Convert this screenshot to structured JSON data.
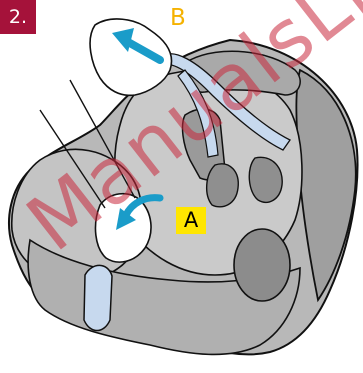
{
  "step": {
    "number": "2."
  },
  "labels": {
    "a": "A",
    "b": "B"
  },
  "watermark": {
    "text": "ManualsLib"
  },
  "colors": {
    "badge": "#a5123a",
    "arrow": "#1a9cc9",
    "strap": "#c7d9ee",
    "seat": "#b8b8b8",
    "label_a_bg": "#ffe600",
    "label_b_text": "#f5b200"
  },
  "icons": [
    "up-left-arrow-icon",
    "down-left-arrow-icon"
  ]
}
